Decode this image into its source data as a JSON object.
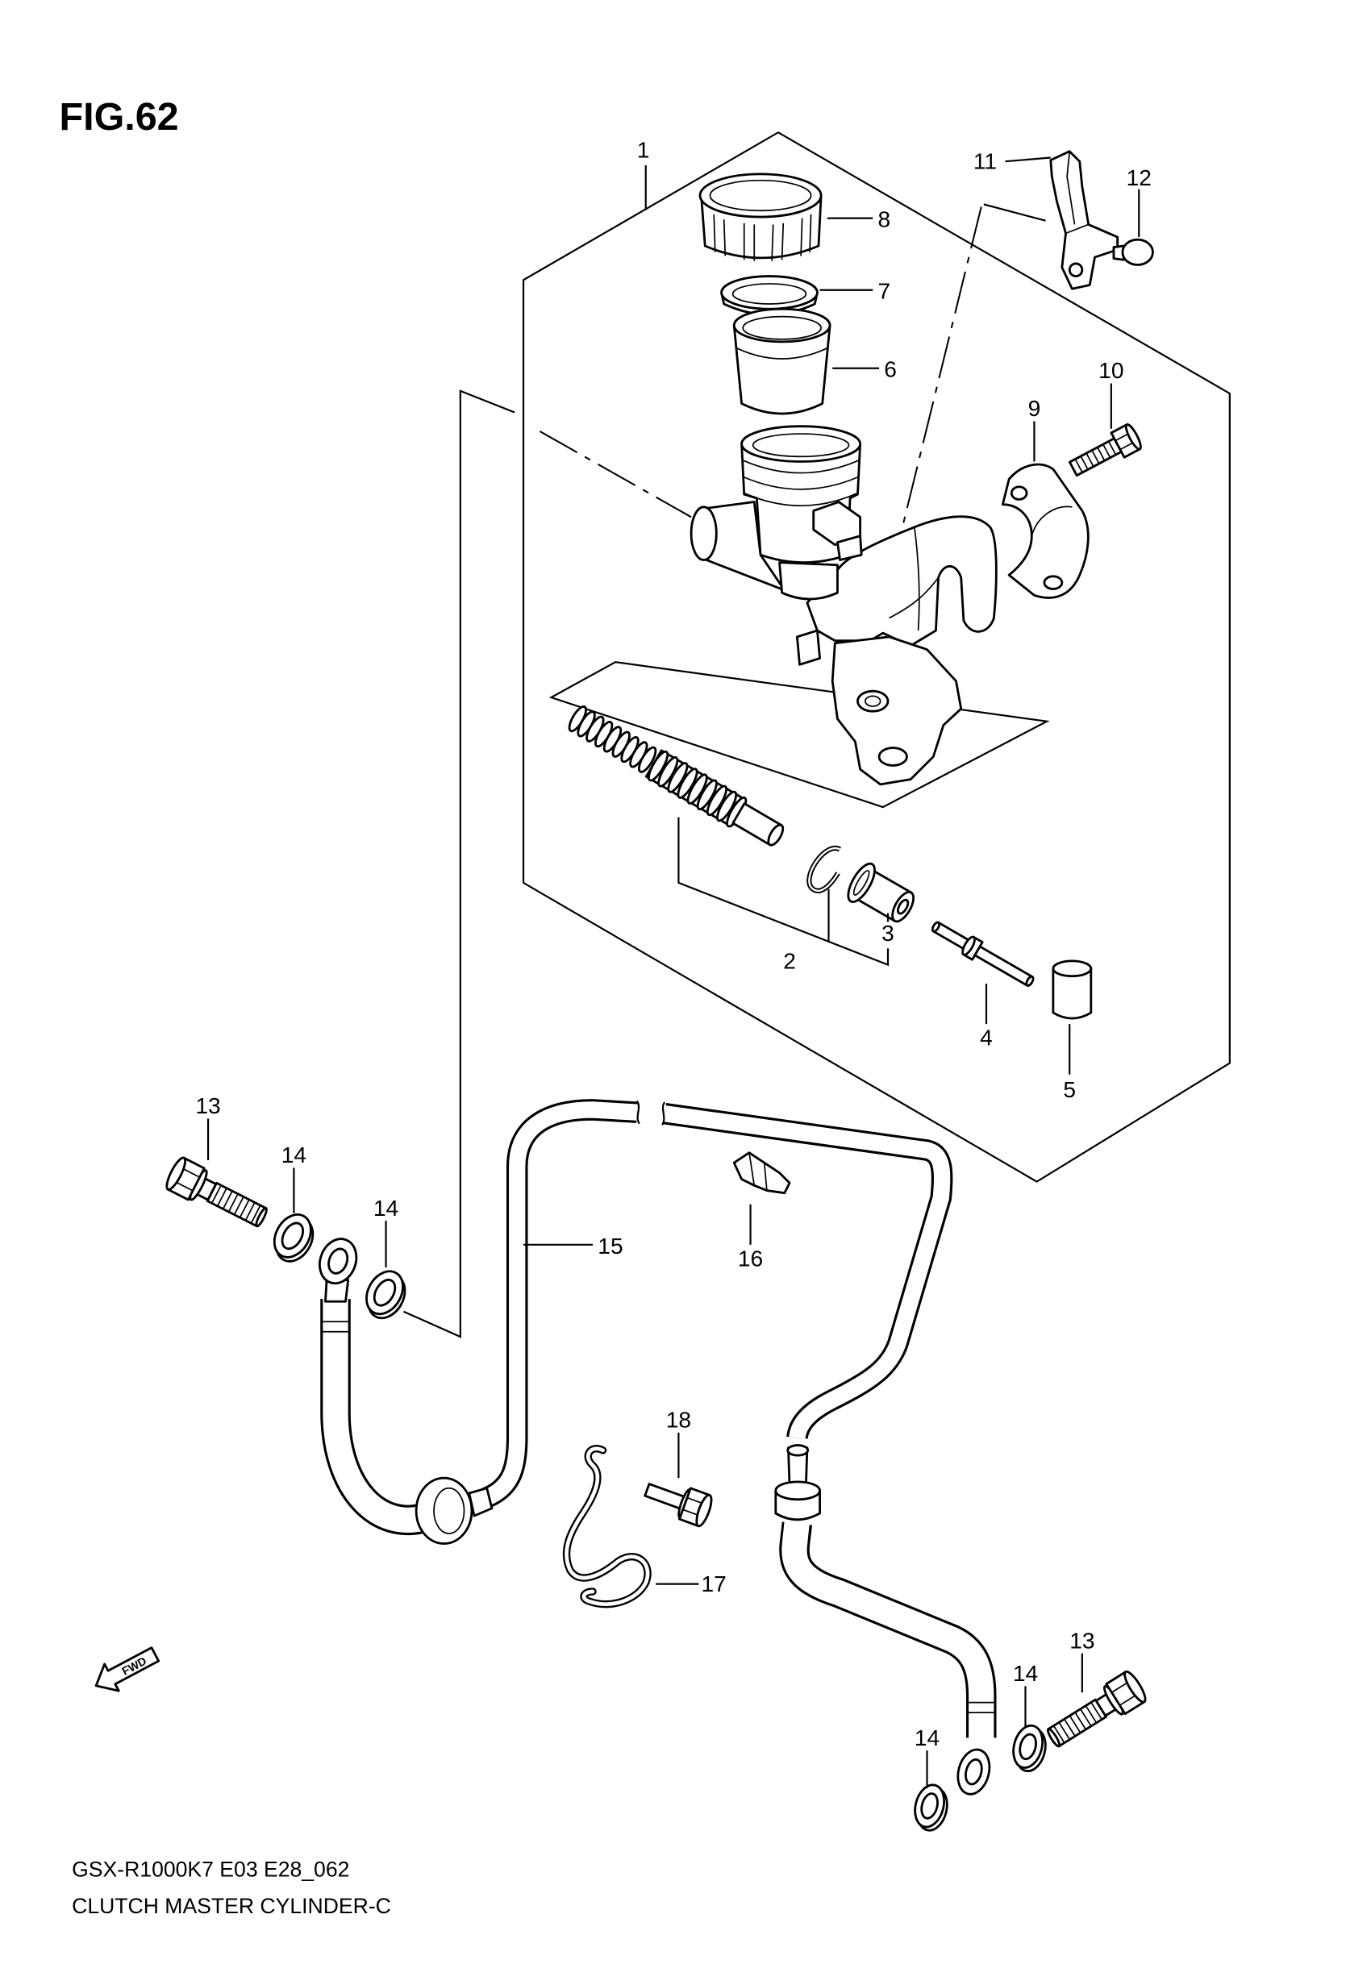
{
  "figure": {
    "label": "FIG.62"
  },
  "callouts": [
    "1",
    "2",
    "3",
    "4",
    "5",
    "6",
    "7",
    "8",
    "9",
    "10",
    "11",
    "12",
    "13",
    "13",
    "14",
    "14",
    "14",
    "14",
    "15",
    "16",
    "17",
    "18"
  ],
  "fwd_label": "FWD",
  "footer": {
    "code": "GSX-R1000K7 E03 E28_062",
    "title": "CLUTCH MASTER CYLINDER-C"
  }
}
